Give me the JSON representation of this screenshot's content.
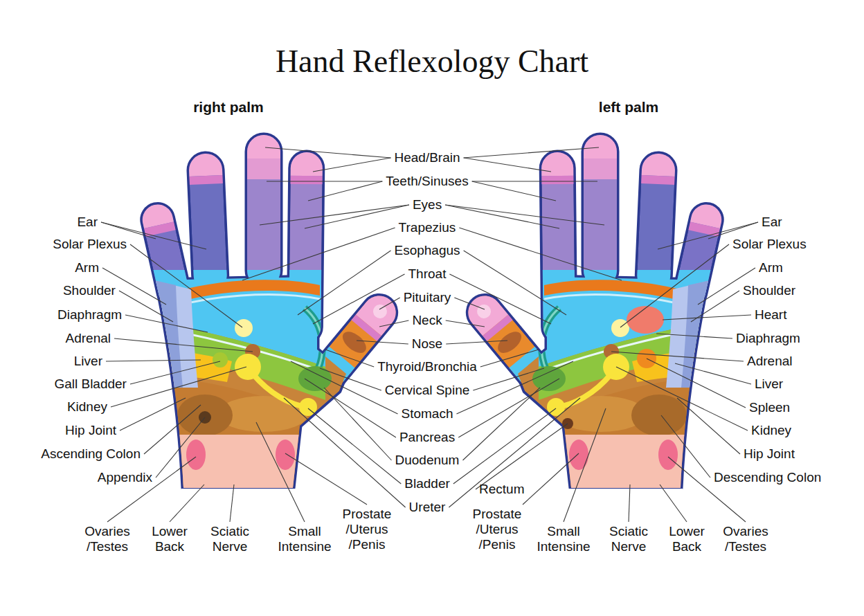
{
  "diagram": {
    "title": "Hand Reflexology Chart",
    "labels": [
      "right palm",
      "left palm",
      "Head/Brain",
      "Teeth/Sinuses",
      "Eyes",
      "Trapezius",
      "Esophagus",
      "Throat",
      "Pituitary",
      "Neck",
      "Nose",
      "Thyroid/Bronchia",
      "Cervical Spine",
      "Stomach",
      "Pancreas",
      "Duodenum",
      "Bladder",
      "Ureter",
      "Ear",
      "Solar Plexus",
      "Arm",
      "Shoulder",
      "Diaphragm",
      "Adrenal",
      "Liver",
      "Gall Bladder",
      "Kidney",
      "Hip Joint",
      "Ascending Colon",
      "Appendix",
      "Ovaries /Testes",
      "Lower Back",
      "Sciatic Nerve",
      "Small Intensine",
      "Prostate /Uterus /Penis",
      "Ear",
      "Solar Plexus",
      "Arm",
      "Shoulder",
      "Heart",
      "Diaphragm",
      "Adrenal",
      "Liver",
      "Spleen",
      "Kidney",
      "Hip Joint",
      "Descending Colon",
      "Rectum",
      "Prostate /Uterus /Penis",
      "Small Intensine",
      "Sciatic Nerve",
      "Lower Back",
      "Ovaries /Testes"
    ]
  }
}
